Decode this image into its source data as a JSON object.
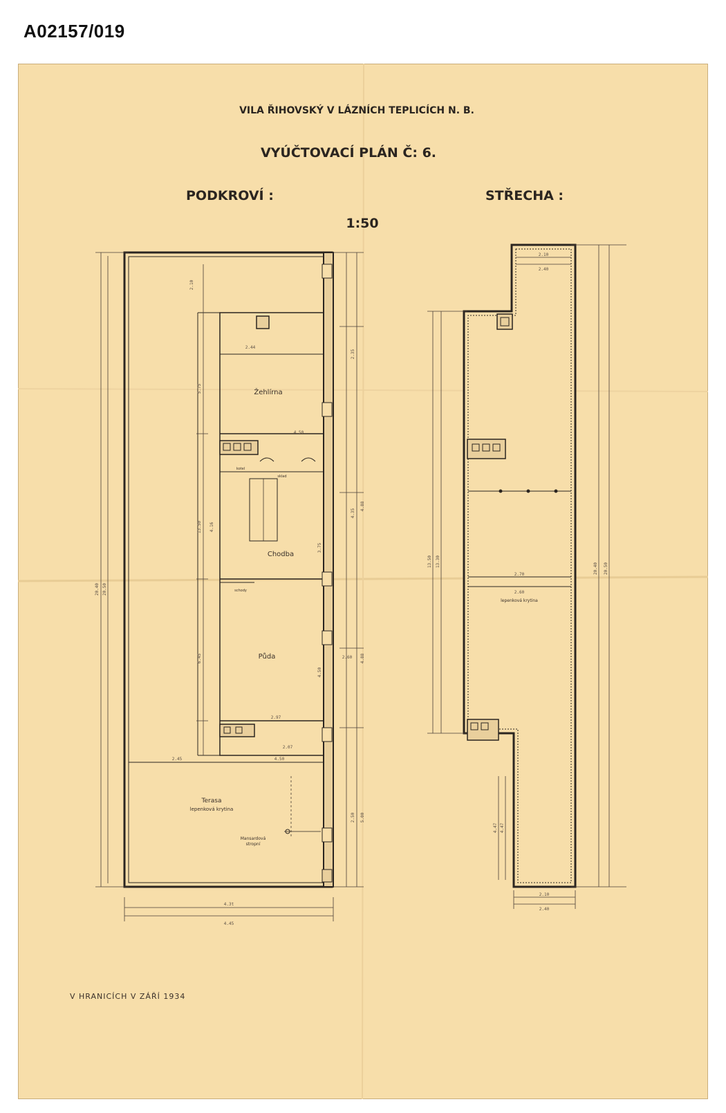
{
  "archive_id": "A02157/019",
  "sheet": {
    "title": "VILA ŘIHOVSKÝ V LÁZNÍCH TEPLICÍCH N. B.",
    "subtitle": "VYÚČTOVACÍ PLÁN Č: 6.",
    "scale": "1:50",
    "footer": "V HRANICÍCH V ZÁŘÍ 1934"
  },
  "left_plan": {
    "heading": "PODKROVÍ :",
    "rooms": {
      "zehlirna": "Žehlírna",
      "chodba": "Chodba",
      "puda": "Půda",
      "terasa": "Terasa",
      "terasa_note": "lepenková krytina",
      "mansard": "Mansardová",
      "mansard2": "stropní",
      "kotel": "kotel",
      "sklad": "sklad",
      "stair": "schody"
    },
    "dims": {
      "d_total": "20.40",
      "d_inner": "20.50",
      "d_top": "2.10",
      "d_a": "5.75",
      "d_b": "13.50",
      "d_c": "4.16",
      "d_d": "6.45",
      "d_e": "2.45",
      "d_f": "4.50",
      "d_g": "2.97",
      "d_bottom1": "4.3t",
      "d_bottom2": "4.45",
      "d_r1": "2.35",
      "d_r2": "4.88",
      "d_r3": "4.35",
      "d_r4": "5.00",
      "d_r5": "3.75",
      "d_r6": "4.50",
      "d_r7": "4.88",
      "d_r8": "2.60",
      "d_r9": "2.50",
      "d_ina": "2.44",
      "d_inb": "4.50",
      "d_inc": "2.07"
    }
  },
  "right_plan": {
    "heading": "STŘECHA :",
    "roof_note": "lepenková krytina",
    "dims": {
      "d_total": "20.40",
      "d_inner": "20.50",
      "d_left": "13.50",
      "d_left2": "13.30",
      "d_top1": "2.10",
      "d_top2": "2.40",
      "d_mid1": "2.70",
      "d_mid2": "2.60",
      "d_low1": "4.47",
      "d_low2": "4.47",
      "d_bot1": "2.10",
      "d_bot2": "2.40"
    }
  },
  "colors": {
    "paper": "#f7deaa",
    "ink": "#2b2520",
    "wall_fill": "#e9cf9c"
  }
}
